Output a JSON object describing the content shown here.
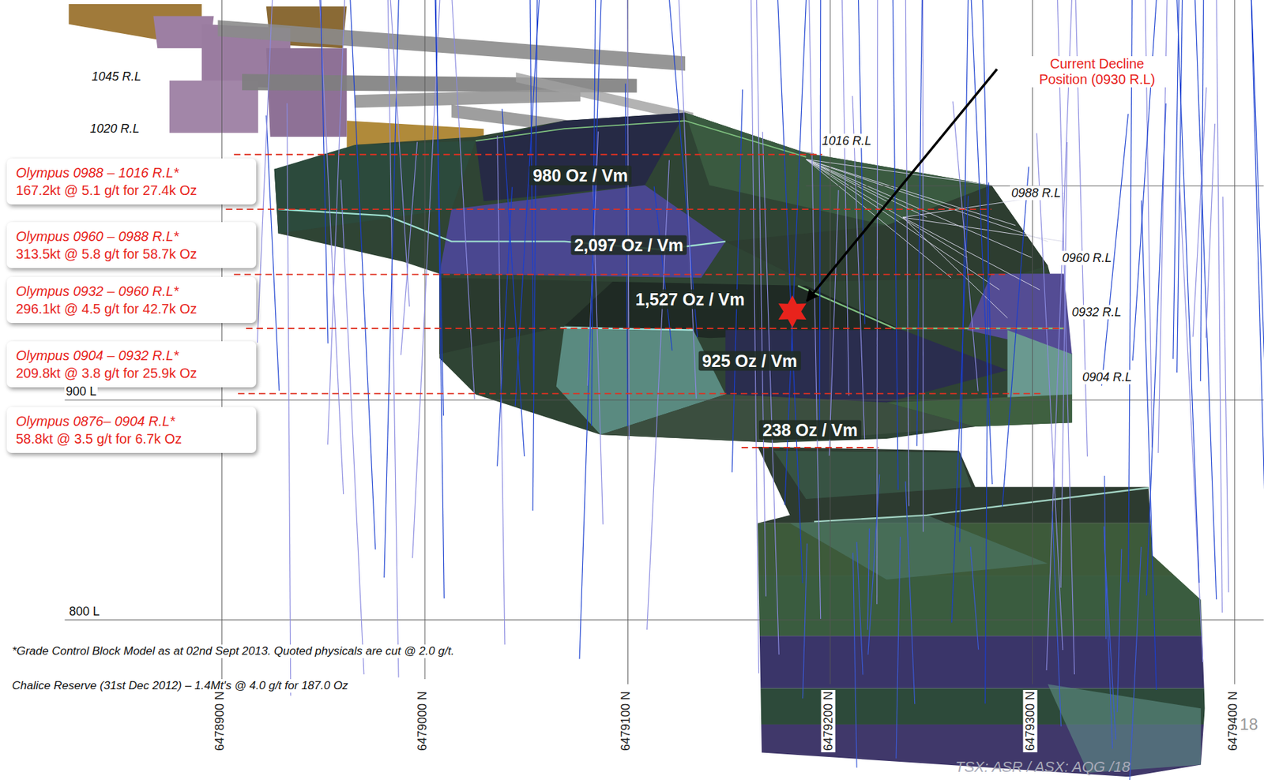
{
  "diagram": {
    "nodes": [
      {
        "text": [
          "Olympus 0988 – 1016 R.L*",
          "167.2kt @ 5.1 g/t for 27.4k Oz"
        ]
      },
      {
        "text": [
          "Olympus 0960 – 0988 R.L*",
          "313.5kt @ 5.8 g/t for 58.7k Oz"
        ]
      },
      {
        "text": [
          "Olympus 0932 – 0960 R.L*",
          "296.1kt @ 4.5 g/t for 42.7k Oz"
        ]
      },
      {
        "text": [
          "Olympus 0904 – 0932 R.L*",
          "209.8kt @ 3.8 g/t for 25.9k Oz"
        ]
      },
      {
        "text": [
          "Olympus 0876– 0904 R.L*",
          "58.8kt @ 3.5 g/t for 6.7k Oz"
        ]
      }
    ],
    "labels": [
      "1045 R.L",
      "1020 R.L",
      "Current Decline Position (0930 R.L)",
      "1016 R.L",
      "980 Oz / Vm",
      "0988 R.L",
      "2,097 Oz / Vm",
      "0960 R.L",
      "1,527 Oz / Vm",
      "0932 R.L",
      "925 Oz / Vm",
      "0904 R.L",
      "900 L",
      "238 Oz / Vm",
      "800 L",
      "*Grade Control Block Model as at 02nd Sept 2013. Quoted physicals are cut @ 2.0 g/t.",
      "Chalice Reserve (31st Dec 2012) – 1.4Mt's @ 4.0 g/t for 187.0 Oz",
      "6478900 N",
      "6479000 N",
      "6479100 N",
      "6479200 N",
      "6479300 N",
      "6479400 N",
      "18",
      "TSX: ASR / ASX: AQG  /18"
    ]
  }
}
